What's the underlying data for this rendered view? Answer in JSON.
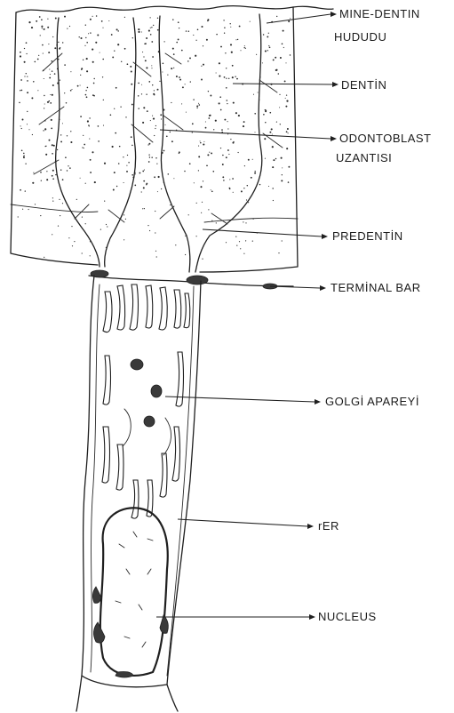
{
  "labels": {
    "mine_dentin_line1": "MINE-DENTIN",
    "mine_dentin_line2": "HUDUDU",
    "dentin": "DENTİN",
    "odontoblast_line1": "ODONTOBLAST",
    "odontoblast_line2": "UZANTISI",
    "predentin": "PREDENTİN",
    "terminal_bar": "TERMİNAL  BAR",
    "golgi": "GOLGİ  APAREYİ",
    "rer": "rER",
    "nucleus": "NUCLEUS"
  },
  "colors": {
    "ink": "#1f1f1f",
    "paper": "#ffffff"
  }
}
